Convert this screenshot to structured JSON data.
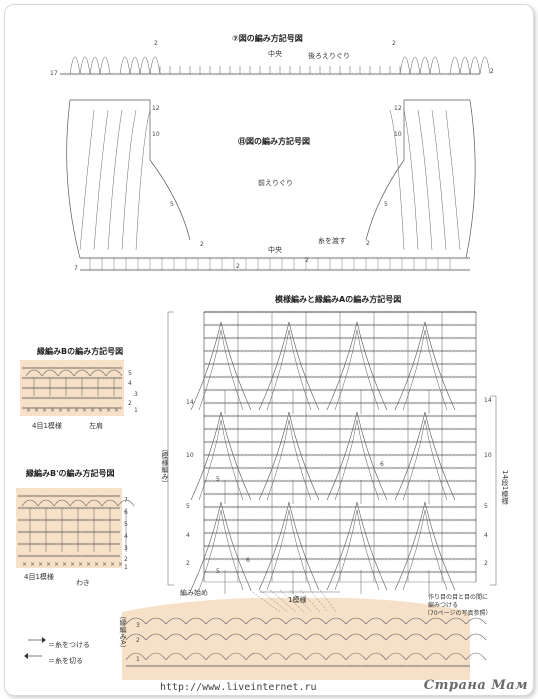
{
  "diagram_i": {
    "title": "⑦図の編み方記号図",
    "center_label": "中央",
    "neckline_label": "後ろえりぐり",
    "row_labels": [
      "2",
      "2",
      "17",
      "2"
    ]
  },
  "diagram_ro": {
    "title": "㊐図の編み方記号図",
    "neckline_label": "前えりぐり",
    "center_label": "中央",
    "yarn_label": "糸を渡す",
    "row_labels": [
      "12",
      "10",
      "5",
      "2",
      "2",
      "7",
      "2",
      "2",
      "12",
      "10",
      "5"
    ]
  },
  "pattern_main": {
    "title": "模様編みと縁編みAの編み方記号図",
    "side_label_left": "（模様編み）",
    "side_label_right": "14段1模様",
    "row_labels_left": [
      "14",
      "10",
      "5",
      "4",
      "2"
    ],
    "row_labels_right": [
      "14",
      "10",
      "5",
      "4",
      "2"
    ],
    "inner_numbers": [
      "6",
      "5",
      "6",
      "5"
    ],
    "start_label": "編み始め",
    "repeat_label": "1模様",
    "note_line1": "作り目の目と目の間に",
    "note_line2": "編みつける",
    "note_line3": "（70ページの写真参照）",
    "edge_label": "（縁編みA）",
    "edge_rows": [
      "3",
      "2",
      "1"
    ]
  },
  "edge_b": {
    "title": "縁編みBの編み方記号図",
    "repeat": "4目1模様",
    "side": "左肩",
    "rows": [
      "5",
      "4",
      "3",
      "2",
      "1"
    ]
  },
  "edge_b2": {
    "title": "縁編みB'の編み方記号図",
    "repeat": "4目1模様",
    "side": "わき",
    "rows": [
      "7",
      "6",
      "5",
      "4",
      "3",
      "2",
      "1"
    ]
  },
  "legend": {
    "attach": "＝糸をつける",
    "cut": "＝糸を切る"
  },
  "footer": {
    "url": "http://www.liveinternet.ru",
    "watermark": "Страна Мам"
  },
  "colors": {
    "shade": "#f7e0c8",
    "line": "#5a5a5a",
    "arrow": "#333333"
  }
}
